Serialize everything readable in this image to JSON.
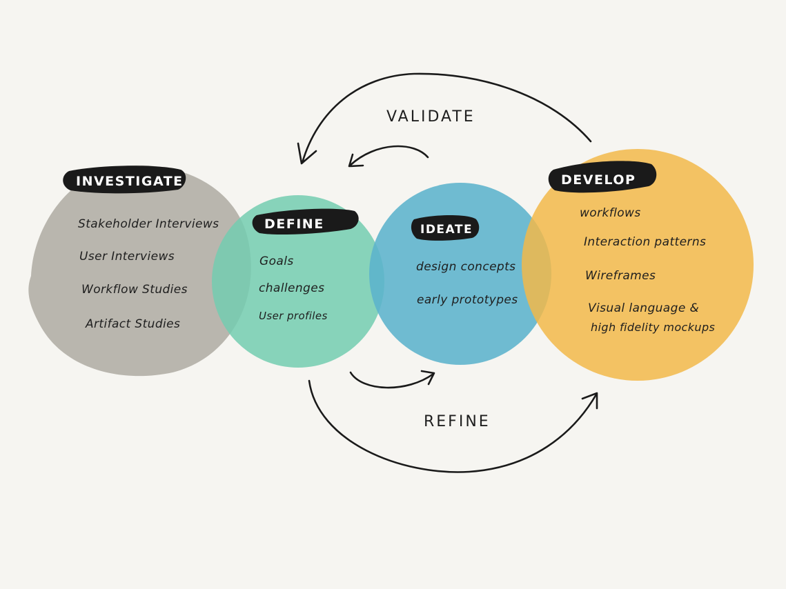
{
  "colors": {
    "background": "#f6f5f1",
    "investigate": "#b3b0a8",
    "define": "#73ccb0",
    "ideate": "#5cb3cc",
    "develop": "#f2b94a",
    "label_pill": "#1a1a1a",
    "ink": "#1e1e1e"
  },
  "stages": {
    "investigate": {
      "label": "INVESTIGATE",
      "items": [
        "Stakeholder Interviews",
        "User Interviews",
        "Workflow Studies",
        "Artifact Studies"
      ]
    },
    "define": {
      "label": "DEFINE",
      "items": [
        "Goals",
        "challenges",
        "User profiles"
      ]
    },
    "ideate": {
      "label": "IDEATE",
      "items": [
        "design concepts",
        "early prototypes"
      ]
    },
    "develop": {
      "label": "DEVELOP",
      "items": [
        "workflows",
        "Interaction patterns",
        "Wireframes",
        "Visual language &",
        "high fidelity mockups"
      ]
    }
  },
  "arrows": {
    "validate_label": "VALIDATE",
    "refine_label": "REFINE"
  }
}
